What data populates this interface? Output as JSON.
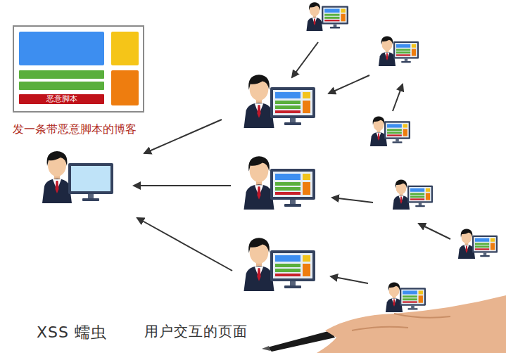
{
  "diagram": {
    "nodes": [
      {
        "text": [
          "发一条带恶意脚本的博客"
        ]
      },
      {
        "text": [
          "恶意脚本"
        ],
        "in": 0
      }
    ],
    "labels": [
      "XSS 蠕虫",
      "用户交互的页面"
    ]
  }
}
